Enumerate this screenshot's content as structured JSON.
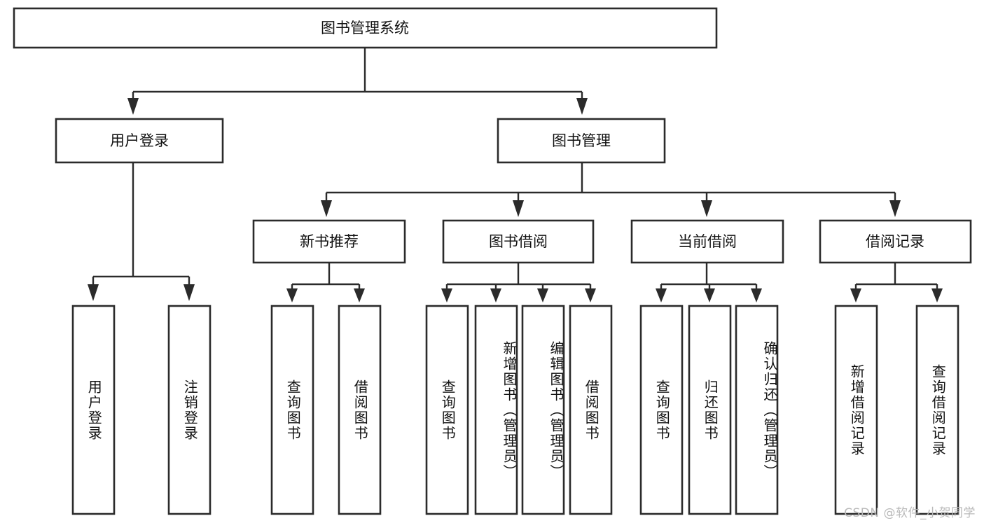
{
  "diagram": {
    "title": "图书管理系统",
    "type": "tree",
    "colors": {
      "stroke": "#2b2b2b",
      "box_fill": "#ffffff",
      "text": "#111111",
      "background": "#ffffff",
      "watermark": "#b9b9b9"
    },
    "root": {
      "label": "图书管理系统"
    },
    "level2": [
      {
        "label": "用户登录"
      },
      {
        "label": "图书管理"
      }
    ],
    "level3": [
      {
        "label": "新书推荐"
      },
      {
        "label": "图书借阅"
      },
      {
        "label": "当前借阅"
      },
      {
        "label": "借阅记录"
      }
    ],
    "leaves": {
      "user_login": [
        {
          "label": "用户登录"
        },
        {
          "label": "注销登录"
        }
      ],
      "new_book_recommend": [
        {
          "label": "查询图书"
        },
        {
          "label": "借阅图书"
        }
      ],
      "book_borrow": [
        {
          "label": "查询图书"
        },
        {
          "label": "新增图书（管理员）"
        },
        {
          "label": "编辑图书（管理员）"
        },
        {
          "label": "借阅图书"
        }
      ],
      "current_borrow": [
        {
          "label": "查询图书"
        },
        {
          "label": "归还图书"
        },
        {
          "label": "确认归还（管理员）"
        }
      ],
      "borrow_record": [
        {
          "label": "新增借阅记录"
        },
        {
          "label": "查询借阅记录"
        }
      ]
    }
  },
  "watermark": {
    "text": "CSDN @软件_小贺同学"
  }
}
